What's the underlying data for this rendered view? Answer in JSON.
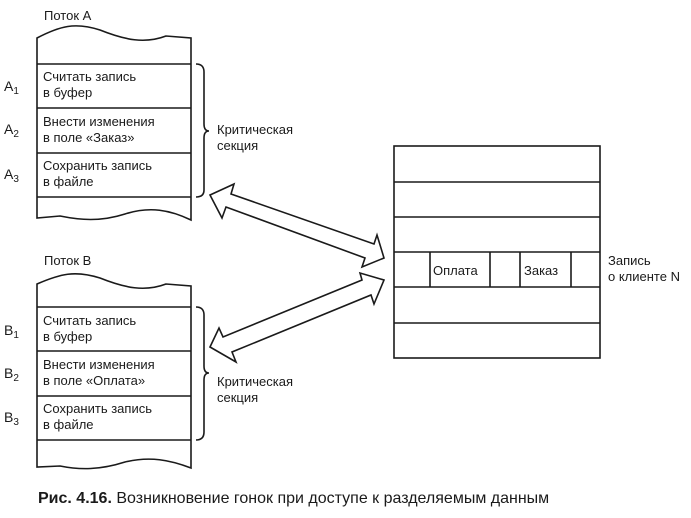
{
  "threadA": {
    "title": "Поток A",
    "steps": [
      {
        "label": "A",
        "index": "1",
        "line1": "Считать запись",
        "line2": "в буфер"
      },
      {
        "label": "A",
        "index": "2",
        "line1": "Внести изменения",
        "line2": "в поле «Заказ»"
      },
      {
        "label": "A",
        "index": "3",
        "line1": "Сохранить запись",
        "line2": "в файле"
      }
    ],
    "bracket_label_1": "Критическая",
    "bracket_label_2": "секция"
  },
  "threadB": {
    "title": "Поток B",
    "steps": [
      {
        "label": "B",
        "index": "1",
        "line1": "Считать запись",
        "line2": "в буфер"
      },
      {
        "label": "B",
        "index": "2",
        "line1": "Внести изменения",
        "line2": "в поле «Оплата»"
      },
      {
        "label": "B",
        "index": "3",
        "line1": "Сохранить запись",
        "line2": "в файле"
      }
    ],
    "bracket_label_1": "Критическая",
    "bracket_label_2": "секция"
  },
  "database": {
    "field_payment": "Оплата",
    "field_order": "Заказ",
    "record_label_1": "Запись",
    "record_label_2": "о клиенте N"
  },
  "caption": {
    "prefix": "Рис. 4.16.",
    "text": "Возникновение гонок при доступе к разделяемым данным"
  },
  "colors": {
    "line": "#1a1a1a",
    "background": "#ffffff"
  }
}
